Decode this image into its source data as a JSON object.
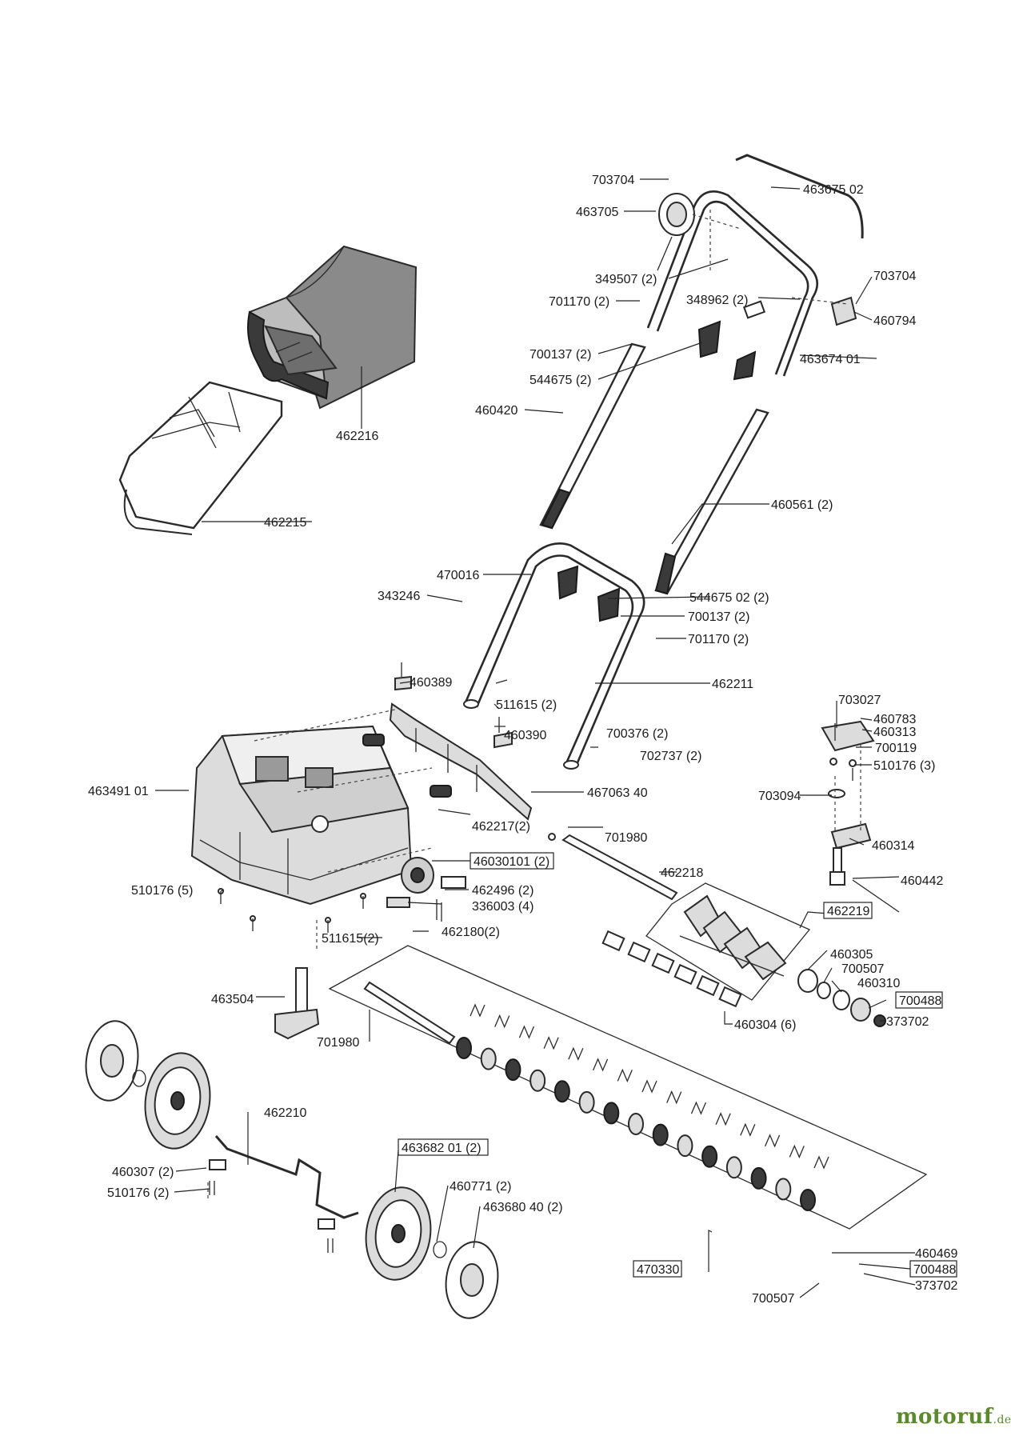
{
  "parts": [
    {
      "id": "p703704a",
      "number": "703704",
      "boxed": false
    },
    {
      "id": "p46367502",
      "number": "463675 02",
      "boxed": false
    },
    {
      "id": "p463705",
      "number": "463705",
      "boxed": false
    },
    {
      "id": "p349507",
      "number": "349507 (2)",
      "boxed": false
    },
    {
      "id": "p701170a",
      "number": "701170 (2)",
      "boxed": false
    },
    {
      "id": "p348962",
      "number": "348962 (2)",
      "boxed": false
    },
    {
      "id": "p703704b",
      "number": "703704",
      "boxed": false
    },
    {
      "id": "p460794",
      "number": "460794",
      "boxed": false
    },
    {
      "id": "p700137a",
      "number": "700137 (2)",
      "boxed": false
    },
    {
      "id": "p544675",
      "number": "544675 (2)",
      "boxed": false
    },
    {
      "id": "p46367401",
      "number": "463674 01",
      "boxed": false
    },
    {
      "id": "p460420",
      "number": "460420",
      "boxed": false
    },
    {
      "id": "p462216",
      "number": "462216",
      "boxed": false
    },
    {
      "id": "p460561",
      "number": "460561 (2)",
      "boxed": false
    },
    {
      "id": "p462215",
      "number": "462215",
      "boxed": false
    },
    {
      "id": "p470016",
      "number": "470016",
      "boxed": false
    },
    {
      "id": "p343246",
      "number": "343246",
      "boxed": false
    },
    {
      "id": "p54467502",
      "number": "544675 02 (2)",
      "boxed": false
    },
    {
      "id": "p700137b",
      "number": "700137 (2)",
      "boxed": false
    },
    {
      "id": "p701170b",
      "number": "701170 (2)",
      "boxed": false
    },
    {
      "id": "p460389",
      "number": "460389",
      "boxed": false
    },
    {
      "id": "p462211",
      "number": "462211",
      "boxed": false
    },
    {
      "id": "p511615a",
      "number": "511615 (2)",
      "boxed": false
    },
    {
      "id": "p703027",
      "number": "703027",
      "boxed": false
    },
    {
      "id": "p460783",
      "number": "460783",
      "boxed": false
    },
    {
      "id": "p460313",
      "number": "460313",
      "boxed": false
    },
    {
      "id": "p460390",
      "number": "460390",
      "boxed": false
    },
    {
      "id": "p700376",
      "number": "700376 (2)",
      "boxed": false
    },
    {
      "id": "p700119",
      "number": "700119",
      "boxed": false
    },
    {
      "id": "p702737",
      "number": "702737 (2)",
      "boxed": false
    },
    {
      "id": "p510176a",
      "number": "510176 (3)",
      "boxed": false
    },
    {
      "id": "p46349101",
      "number": "463491 01",
      "boxed": false
    },
    {
      "id": "p46706340",
      "number": "467063 40",
      "boxed": false
    },
    {
      "id": "p703094",
      "number": "703094",
      "boxed": false
    },
    {
      "id": "p462217",
      "number": "462217(2)",
      "boxed": false
    },
    {
      "id": "p701980a",
      "number": "701980",
      "boxed": false
    },
    {
      "id": "p460314",
      "number": "460314",
      "boxed": false
    },
    {
      "id": "p46030101",
      "number": "46030101 (2)",
      "boxed": true
    },
    {
      "id": "p462218",
      "number": "462218",
      "boxed": false
    },
    {
      "id": "p510176b",
      "number": "510176 (5)",
      "boxed": false
    },
    {
      "id": "p462496",
      "number": "462496 (2)",
      "boxed": false
    },
    {
      "id": "p460442",
      "number": "460442",
      "boxed": false
    },
    {
      "id": "p336003",
      "number": "336003 (4)",
      "boxed": false
    },
    {
      "id": "p462219",
      "number": "462219",
      "boxed": true
    },
    {
      "id": "p462180",
      "number": "462180(2)",
      "boxed": false
    },
    {
      "id": "p511615b",
      "number": "511615(2)",
      "boxed": false
    },
    {
      "id": "p460305",
      "number": "460305",
      "boxed": false
    },
    {
      "id": "p700507a",
      "number": "700507",
      "boxed": false
    },
    {
      "id": "p460310",
      "number": "460310",
      "boxed": false
    },
    {
      "id": "p463504",
      "number": "463504",
      "boxed": false
    },
    {
      "id": "p700488a",
      "number": "700488",
      "boxed": true
    },
    {
      "id": "p373702a",
      "number": "373702",
      "boxed": false
    },
    {
      "id": "p460304",
      "number": "460304 (6)",
      "boxed": false
    },
    {
      "id": "p701980b",
      "number": "701980",
      "boxed": false
    },
    {
      "id": "p462210",
      "number": "462210",
      "boxed": false
    },
    {
      "id": "p46368201",
      "number": "463682 01 (2)",
      "boxed": true
    },
    {
      "id": "p460307",
      "number": "460307 (2)",
      "boxed": false
    },
    {
      "id": "p460771",
      "number": "460771 (2)",
      "boxed": false
    },
    {
      "id": "p510176c",
      "number": "510176 (2)",
      "boxed": false
    },
    {
      "id": "p46368040",
      "number": "463680 40 (2)",
      "boxed": false
    },
    {
      "id": "p460469",
      "number": "460469",
      "boxed": false
    },
    {
      "id": "p470330",
      "number": "470330",
      "boxed": true
    },
    {
      "id": "p700488b",
      "number": "700488",
      "boxed": true
    },
    {
      "id": "p373702b",
      "number": "373702",
      "boxed": false
    },
    {
      "id": "p700507b",
      "number": "700507",
      "boxed": false
    }
  ],
  "watermark": {
    "name": "motoruf",
    "tld": ".de"
  }
}
